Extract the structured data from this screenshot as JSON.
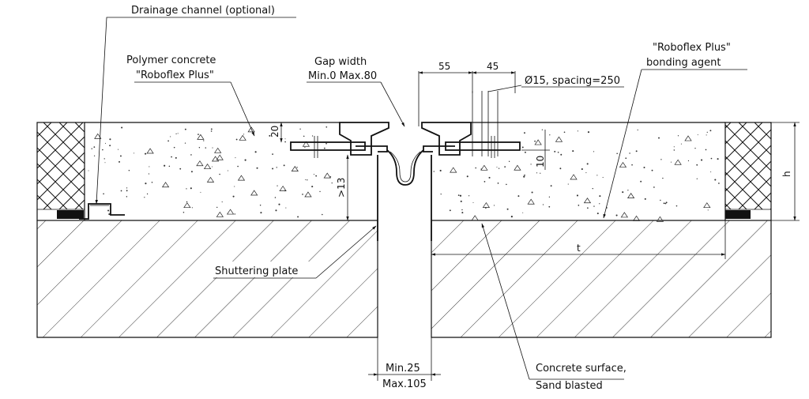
{
  "labels": {
    "drainage": "Drainage channel (optional)",
    "polymer_line1": "Polymer concrete",
    "polymer_line2": "\"Roboflex Plus\"",
    "gap_line1": "Gap width",
    "gap_line2": "Min.0  Max.80",
    "bonding_line1": "\"Roboflex Plus\"",
    "bonding_line2": "bonding agent",
    "bolt": "Ø15, spacing=250",
    "shuttering": "Shuttering plate",
    "concrete_line1": "Concrete surface,",
    "concrete_line2": "Sand blasted",
    "min_line1": "Min.25",
    "min_line2": "Max.105"
  },
  "dimensions": {
    "d55": "55",
    "d45": "45",
    "d20": "20",
    "d10": "10",
    "d13": ">13",
    "h": "h",
    "t": "t"
  }
}
